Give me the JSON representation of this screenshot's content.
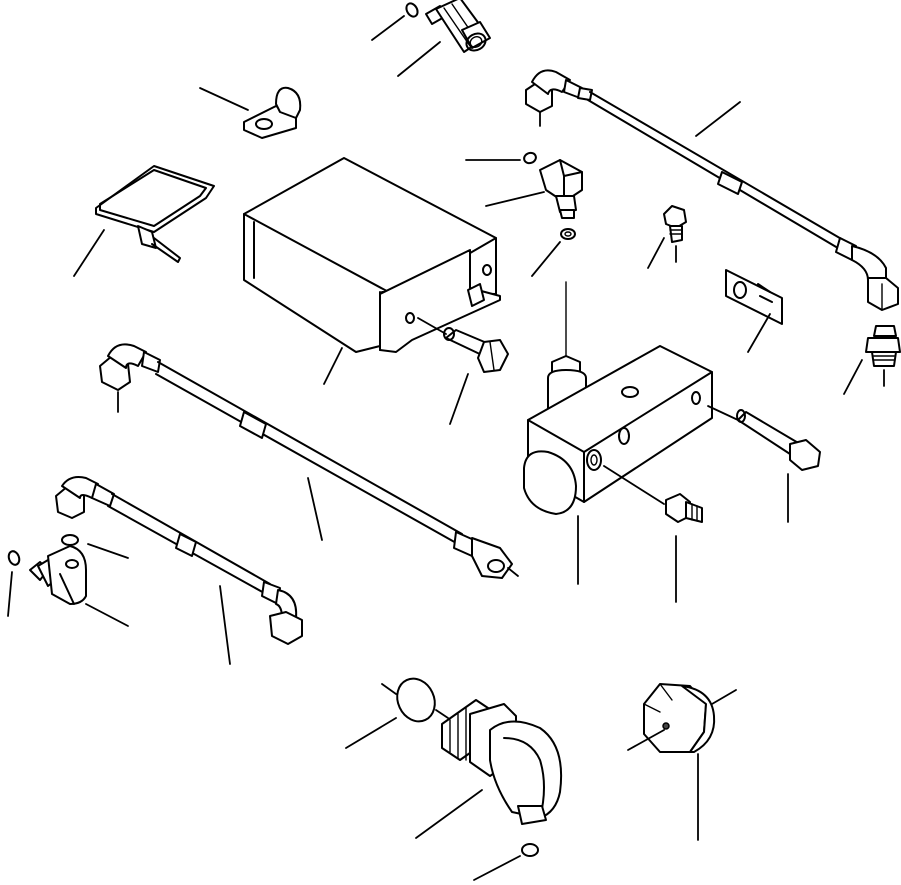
{
  "diagram": {
    "parts": [
      {
        "id": "swivel-fitting-top"
      },
      {
        "id": "o-ring-top"
      },
      {
        "id": "clamp"
      },
      {
        "id": "cable-tie"
      },
      {
        "id": "controller-box"
      },
      {
        "id": "mounting-bolt-box"
      },
      {
        "id": "elbow-fitting-center"
      },
      {
        "id": "o-ring-center"
      },
      {
        "id": "bolt-small"
      },
      {
        "id": "shim-plate"
      },
      {
        "id": "hose-upper-right"
      },
      {
        "id": "connector-right"
      },
      {
        "id": "hose-middle-long"
      },
      {
        "id": "valve-block"
      },
      {
        "id": "solenoid"
      },
      {
        "id": "plug-fitting"
      },
      {
        "id": "mounting-bolt-valve"
      },
      {
        "id": "hose-lower-left"
      },
      {
        "id": "elbow-fitting-left"
      },
      {
        "id": "o-ring-left"
      },
      {
        "id": "elbow-adapter-large"
      },
      {
        "id": "o-ring-large"
      },
      {
        "id": "o-ring-bottom"
      },
      {
        "id": "hex-plug"
      }
    ]
  }
}
